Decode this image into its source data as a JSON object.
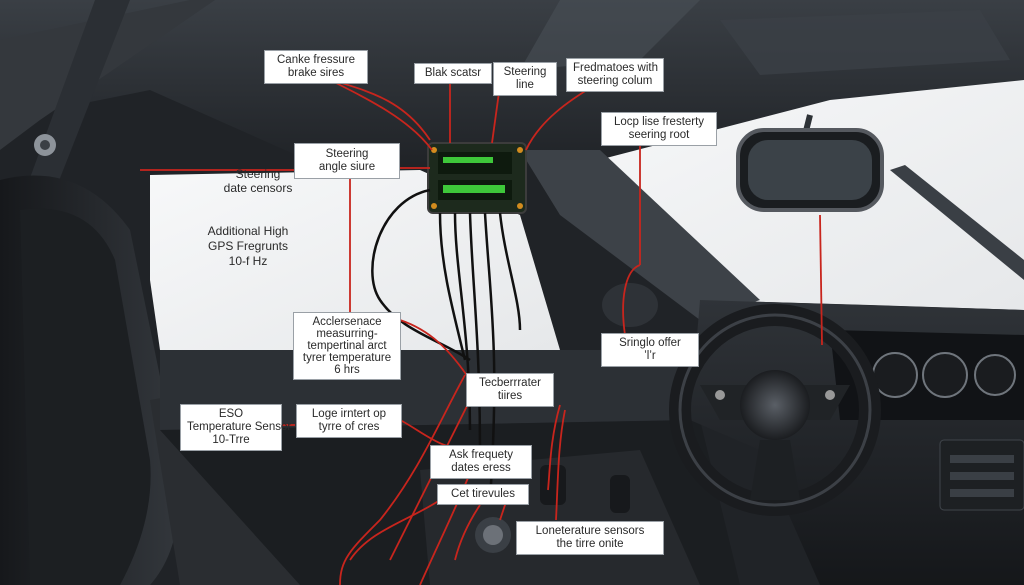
{
  "colors": {
    "wire_red": "#c8251d",
    "wire_black": "#111111",
    "screen_green": "#3ec83a",
    "window_white": "#f3f4f5",
    "interior_dark": "#24272b"
  },
  "labels": {
    "brake_pressure": [
      "Canke fressure",
      "brake sires"
    ],
    "black_sensor": [
      "Blak scatsr"
    ],
    "steering_line": [
      "Steering",
      "line"
    ],
    "steering_column": [
      "Fredmatoes with",
      "steering colum"
    ],
    "steering_root": [
      "Locp lise fresterty",
      "seering root"
    ],
    "steering_angle": [
      "Steering",
      "angle siure"
    ],
    "steering_date": [
      "Steering",
      "date censors"
    ],
    "gps": [
      "Additional High",
      "GPS Fregrunts",
      "10-f Hz"
    ],
    "accelerometer": [
      "Acclersenace",
      "measurring-",
      "tempertinal arct",
      "tyrer temperature",
      "6 hrs"
    ],
    "signal_offer": [
      "Sringlo offer",
      "ʼlʼr"
    ],
    "tire_temp": [
      "Tecberrrater",
      "tiires"
    ],
    "eso_sensor": [
      "ESO",
      "Temperature Sensor",
      "10-Trre"
    ],
    "logo_interrupt": [
      "Loge irntert op",
      "tyrre of cres"
    ],
    "ask_frequency": [
      "Ask frequety",
      "dates eress"
    ],
    "cat_levels": [
      "Cet tirevules"
    ],
    "longitude_sensors": [
      "Loneterature sensors",
      "the tirre onite"
    ]
  }
}
